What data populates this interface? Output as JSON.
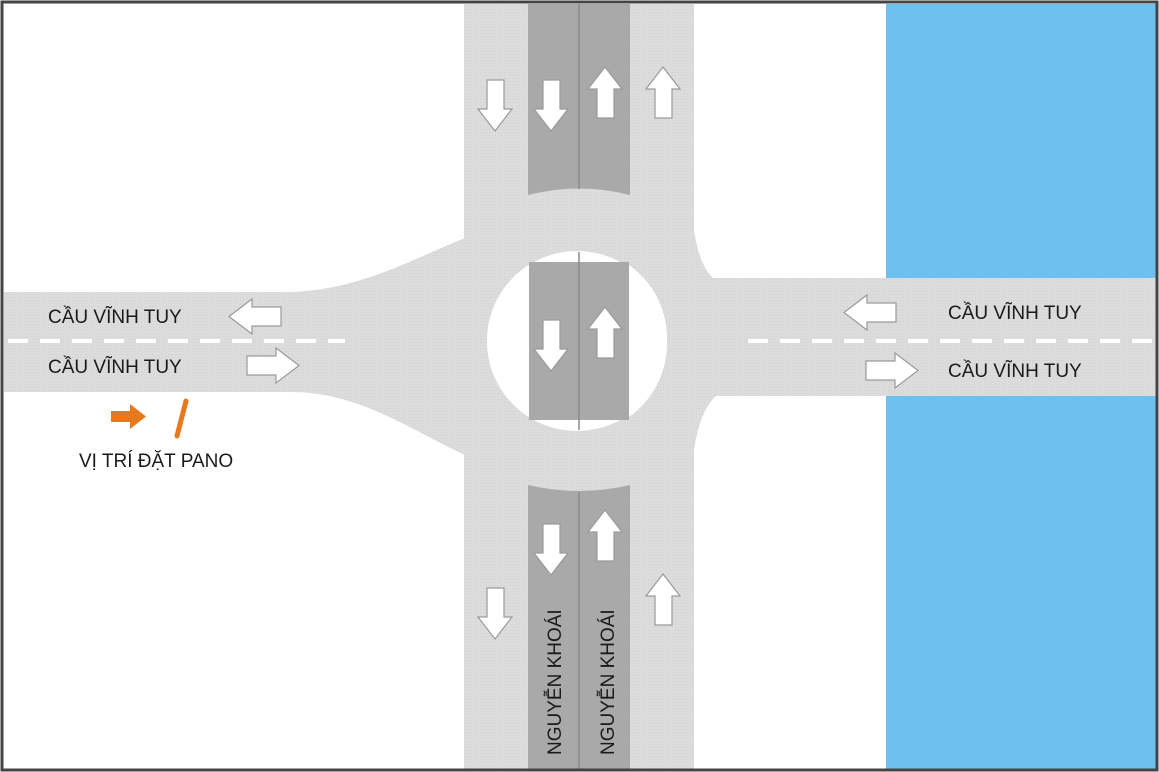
{
  "diagram": {
    "roads": {
      "west_upper_label": "CẦU VĨNH TUY",
      "west_lower_label": "CẦU VĨNH TUY",
      "east_upper_label": "CẦU VĨNH TUY",
      "east_lower_label": "CẦU VĨNH TUY",
      "south_lane_left_label": "NGUYỄN KHOÁI",
      "south_lane_right_label": "NGUYỄN KHOÁI"
    },
    "legend": {
      "label": "VỊ TRÍ ĐẶT PANO",
      "arrow_color": "#e8781e",
      "marker_color": "#e8781e"
    },
    "colors": {
      "road": "#dcdcdc",
      "lane_dark": "#a9a9a9",
      "river": "#6ec0ee",
      "frame": "#444444",
      "arrow_fill": "#ffffff",
      "arrow_stroke": "#9a9a9a"
    }
  }
}
